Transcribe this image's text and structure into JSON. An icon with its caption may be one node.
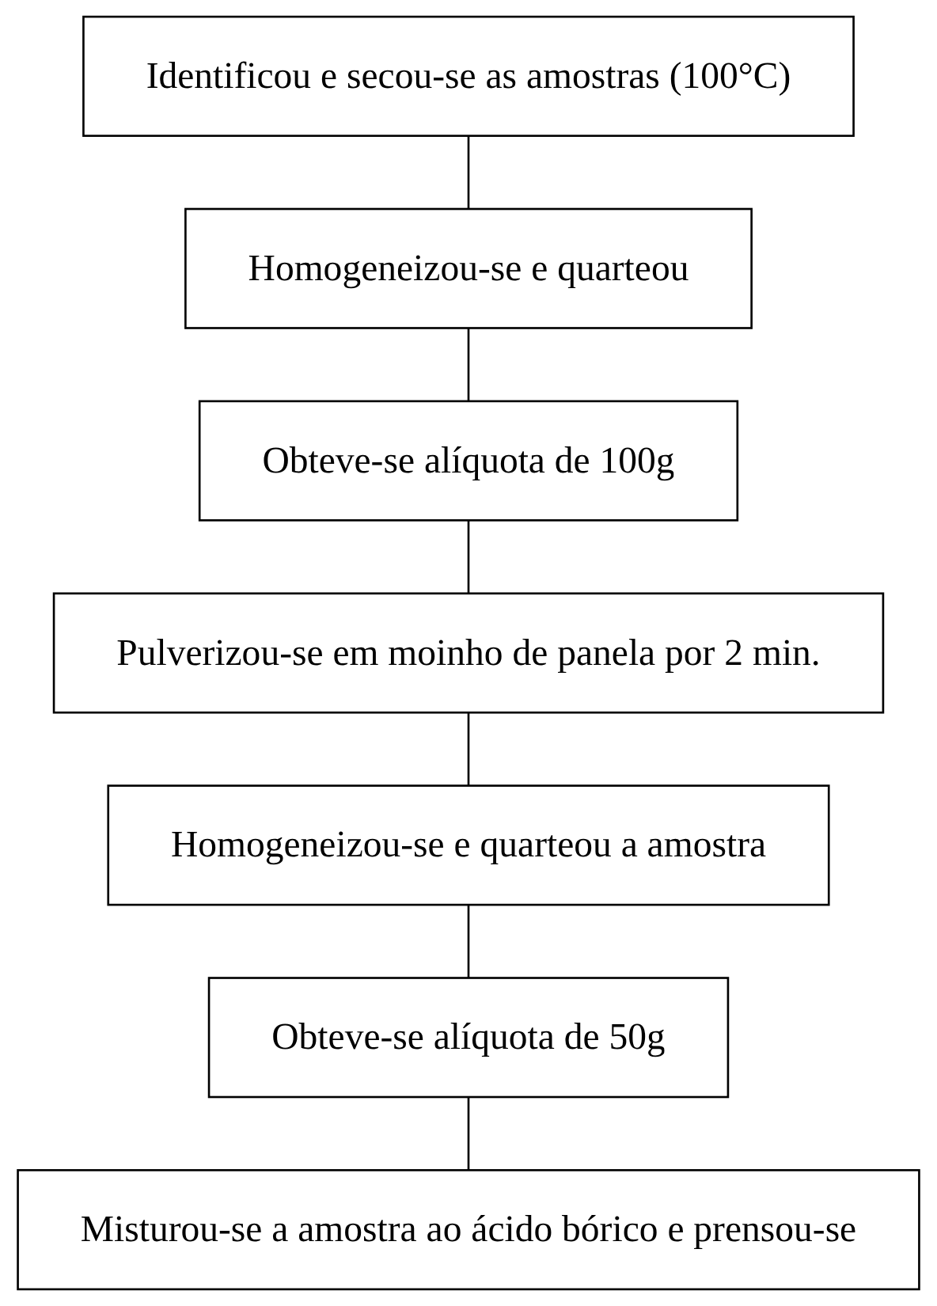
{
  "diagram": {
    "nodes": [
      {
        "text": [
          "Identificou e secou-se as amostras (100°C)"
        ]
      },
      {
        "text": [
          "Homogeneizou-se e quarteou"
        ]
      },
      {
        "text": [
          "Obteve-se alíquota de 100g"
        ]
      },
      {
        "text": [
          "Pulverizou-se em moinho de panela por 2 min."
        ]
      },
      {
        "text": [
          "Homogeneizou-se e quarteou a amostra"
        ]
      },
      {
        "text": [
          "Obteve-se alíquota de 50g"
        ]
      },
      {
        "text": [
          "Misturou-se a amostra ao ácido bórico e prensou-se"
        ]
      }
    ],
    "edges": [
      {
        "from": 0,
        "to": 1,
        "arrow": "none"
      },
      {
        "from": 1,
        "to": 2,
        "arrow": "none"
      },
      {
        "from": 2,
        "to": 3,
        "arrow": "none"
      },
      {
        "from": 3,
        "to": 4,
        "arrow": "none"
      },
      {
        "from": 4,
        "to": 5,
        "arrow": "none"
      },
      {
        "from": 5,
        "to": 6,
        "arrow": "none"
      }
    ]
  }
}
